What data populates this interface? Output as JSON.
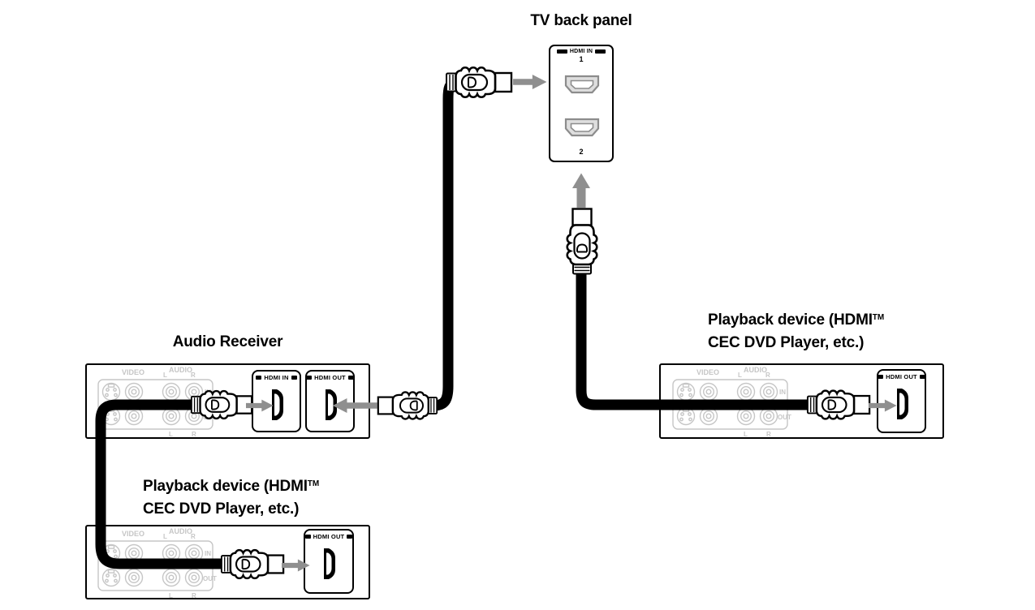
{
  "colors": {
    "arrow": "#8f8f8f",
    "jack": "#c6c6c6",
    "cable": "#000000",
    "port_outline": "#8c8c8c",
    "port_fill": "#dedede"
  },
  "tv": {
    "title": "TV back panel",
    "header": "HDMI IN",
    "port1": "1",
    "port2": "2"
  },
  "receiver": {
    "title": "Audio Receiver",
    "hdmi_in": "HDMI IN",
    "hdmi_out": "HDMI OUT"
  },
  "playback": {
    "title_line1": "Playback device (HDMI",
    "trademark": "TM",
    "title_line2": "CEC DVD Player, etc.)",
    "hdmi_out": "HDMI OUT"
  },
  "jacks": {
    "video": "VIDEO",
    "audio": "AUDIO",
    "left": "L",
    "right": "R",
    "in": "IN",
    "out": "OUT"
  }
}
